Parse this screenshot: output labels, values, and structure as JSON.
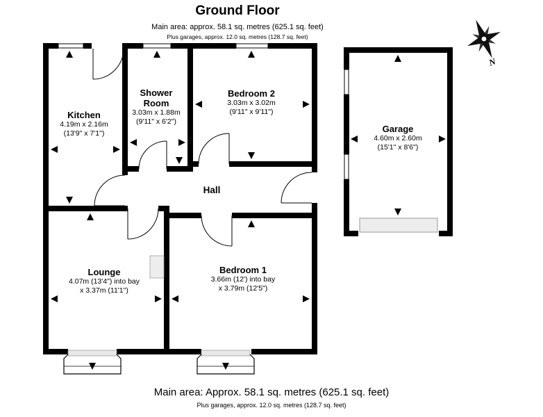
{
  "header": {
    "title": "Ground Floor",
    "subtitle1": "Main area: approx. 58.1 sq. metres (625.1 sq. feet)",
    "subtitle2": "Plus garages, approx. 12.0 sq. metres (128.7 sq. feet)"
  },
  "compass": {
    "label": "N"
  },
  "rooms": {
    "kitchen": {
      "name": "Kitchen",
      "dims1": "4.19m x 2.16m",
      "dims2": "(13'9\" x 7'1\")"
    },
    "shower_room": {
      "name": "Shower Room",
      "dims1": "3.03m x 1.88m",
      "dims2": "(9'11\" x 6'2\")"
    },
    "bedroom2": {
      "name": "Bedroom 2",
      "dims1": "3.03m x 3.02m",
      "dims2": "(9'11\" x 9'11\")"
    },
    "hall": {
      "name": "Hall"
    },
    "lounge": {
      "name": "Lounge",
      "dims1": "4.07m (13'4\") into bay",
      "dims2": "x 3.37m (11'1\")"
    },
    "bedroom1": {
      "name": "Bedroom 1",
      "dims1": "3.66m (12') into bay",
      "dims2": "x 3.79m (12'5\")"
    },
    "garage": {
      "name": "Garage",
      "dims1": "4.60m x 2.60m",
      "dims2": "(15'1\" x 8'6\")"
    }
  },
  "footer": {
    "line1": "Main area: Approx. 58.1 sq. metres (625.1 sq. feet)",
    "line2": "Plus garages, approx. 12.0 sq. metres (128.7 sq. feet)"
  }
}
